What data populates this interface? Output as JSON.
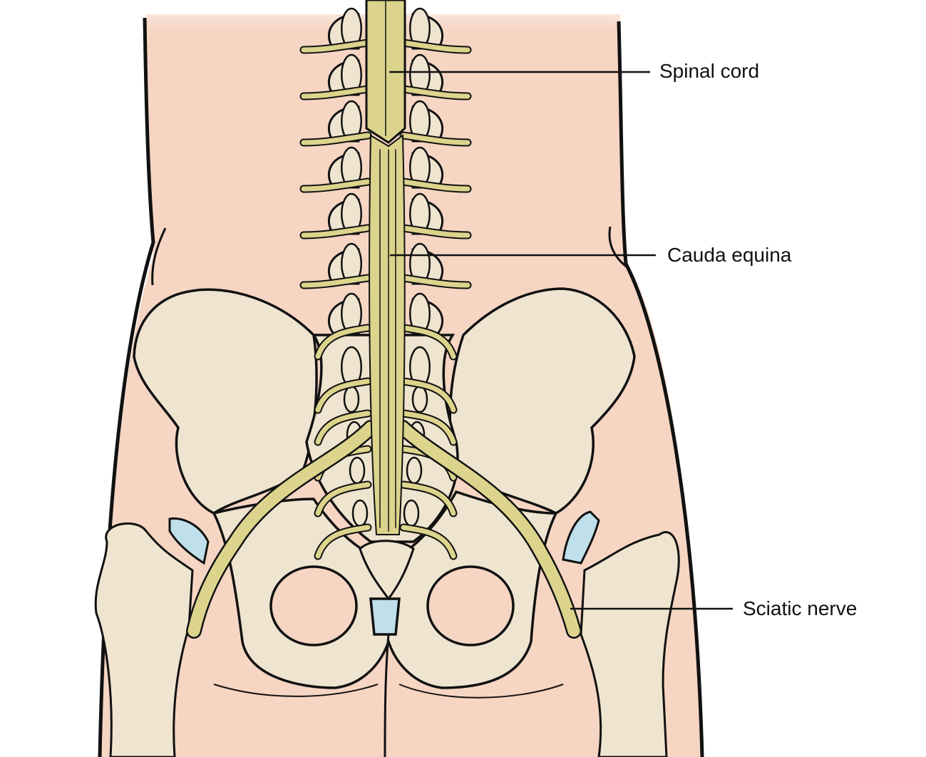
{
  "figure": {
    "labels": {
      "spinal_cord": "Spinal cord",
      "cauda_equina": "Cauda equina",
      "sciatic_nerve": "Sciatic nerve"
    },
    "colors": {
      "skin": "#f6d5c3",
      "bone": "#efe4cf",
      "bone_shadow": "#ddd0b6",
      "nerve": "#dcd48c",
      "cartilage": "#bfe0ea",
      "outline": "#111111"
    }
  }
}
